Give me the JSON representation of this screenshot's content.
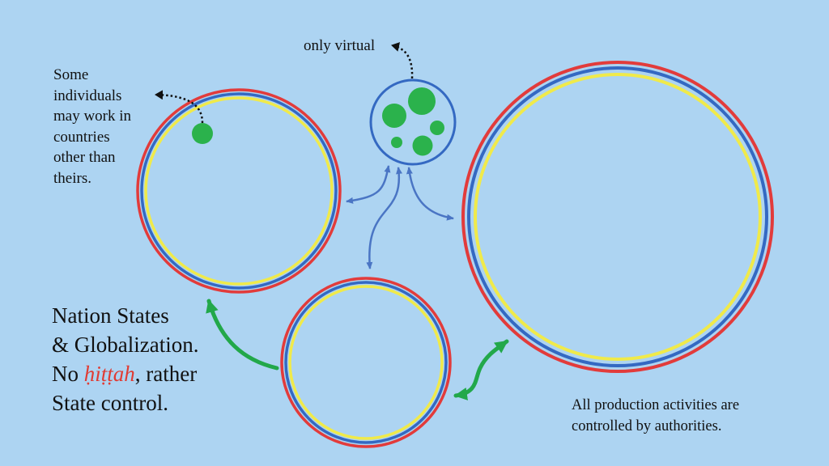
{
  "labels": {
    "only_virtual": "only virtual",
    "individuals_note": [
      "Some",
      "individuals",
      "may work in",
      "countries",
      "other than",
      "theirs."
    ],
    "title_line1": "Nation States",
    "title_line2": "& Globalization.",
    "title_line3_prefix": "No ",
    "title_line3_term": "ḥiṭṭah",
    "title_line3_suffix": ", rather",
    "title_line4": "State control.",
    "production_note_line1": "All production activities are",
    "production_note_line2": "controlled by authorities."
  },
  "colors": {
    "background": "#add4f2",
    "ring_outer": "#e23b3b",
    "ring_middle": "#3469c2",
    "ring_inner": "#f0ea4a",
    "dot": "#2bb24c",
    "arrow_blue": "#4a75c4",
    "arrow_green": "#22a84a",
    "emphasis": "#e03b33"
  }
}
